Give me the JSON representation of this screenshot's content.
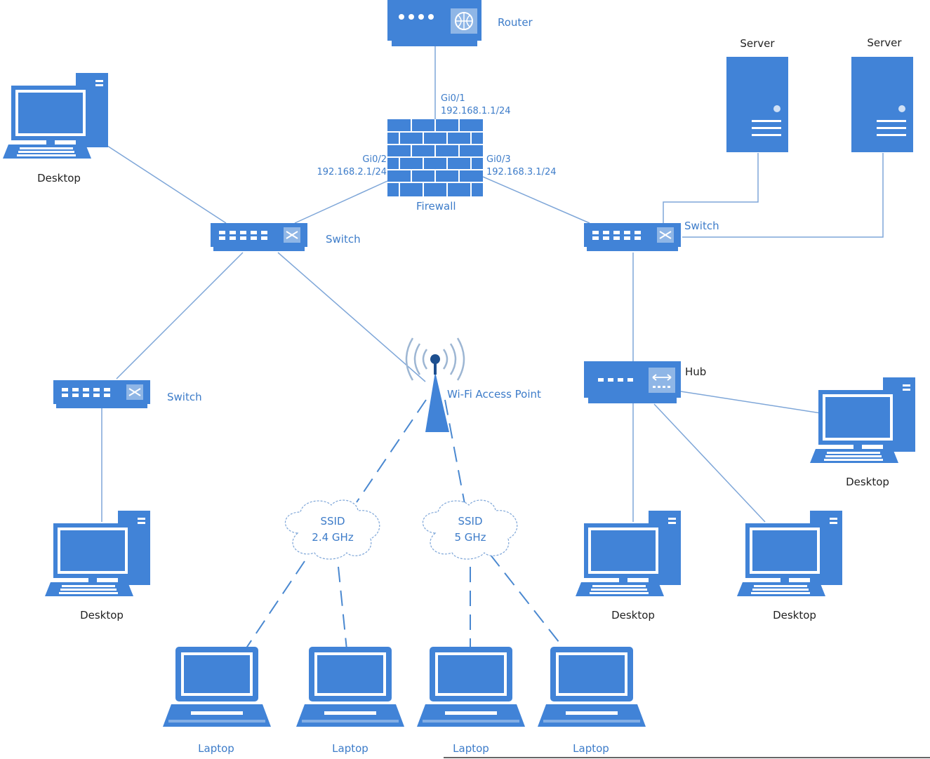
{
  "colors": {
    "device": "#4183d7",
    "link": "#7ea6d8",
    "label_blue": "#3d7cc9",
    "label_dark": "#222222"
  },
  "devices": {
    "router": {
      "label": "Router",
      "icon": "router-icon"
    },
    "firewall": {
      "label": "Firewall",
      "icon": "firewall-icon",
      "gi01": {
        "port": "Gi0/1",
        "ip": "192.168.1.1/24"
      },
      "gi02": {
        "port": "Gi0/2",
        "ip": "192.168.2.1/24"
      },
      "gi03": {
        "port": "Gi0/3",
        "ip": "192.168.3.1/24"
      }
    },
    "switch_left": {
      "label": "Switch"
    },
    "switch_right": {
      "label": "Switch"
    },
    "switch_lower": {
      "label": "Switch"
    },
    "hub": {
      "label": "Hub"
    },
    "ap": {
      "label": "Wi-Fi Access Point"
    },
    "servers": [
      {
        "label": "Server"
      },
      {
        "label": "Server"
      }
    ],
    "desktops": [
      {
        "label": "Desktop"
      },
      {
        "label": "Desktop"
      },
      {
        "label": "Desktop"
      },
      {
        "label": "Desktop"
      },
      {
        "label": "Desktop"
      }
    ],
    "laptops": [
      {
        "label": "Laptop"
      },
      {
        "label": "Laptop"
      },
      {
        "label": "Laptop"
      },
      {
        "label": "Laptop"
      }
    ]
  },
  "clouds": [
    {
      "line1": "SSID",
      "line2": "2.4 GHz"
    },
    {
      "line1": "SSID",
      "line2": "5 GHz"
    }
  ]
}
